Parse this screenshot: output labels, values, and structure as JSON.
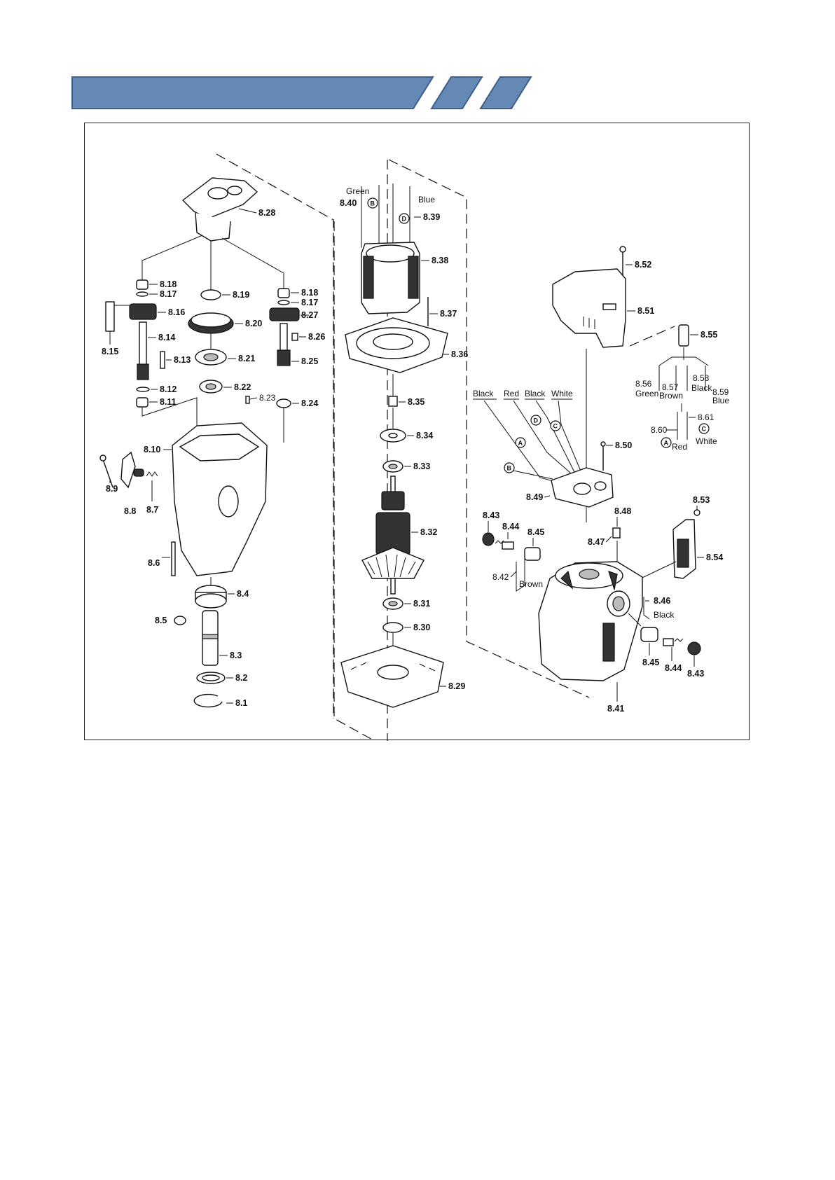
{
  "header": {
    "banner_color": "#6589b5",
    "banner_border": "#3c5f8c"
  },
  "diagram": {
    "parts": {
      "p8_1": "8.1",
      "p8_2": "8.2",
      "p8_3": "8.3",
      "p8_4": "8.4",
      "p8_5": "8.5",
      "p8_6": "8.6",
      "p8_7": "8.7",
      "p8_8": "8.8",
      "p8_9": "8.9",
      "p8_10": "8.10",
      "p8_11": "8.11",
      "p8_12": "8.12",
      "p8_13": "8.13",
      "p8_14": "8.14",
      "p8_15": "8.15",
      "p8_16": "8.16",
      "p8_17a": "8.17",
      "p8_17b": "8.17",
      "p8_18a": "8.18",
      "p8_18b": "8.18",
      "p8_19": "8.19",
      "p8_20": "8.20",
      "p8_21": "8.21",
      "p8_22": "8.22",
      "p8_23": "8.23",
      "p8_24": "8.24",
      "p8_25": "8.25",
      "p8_26": "8.26",
      "p8_27": "8.27",
      "p8_28": "8.28",
      "p8_29": "8.29",
      "p8_30": "8.30",
      "p8_31": "8.31",
      "p8_32": "8.32",
      "p8_33": "8.33",
      "p8_34": "8.34",
      "p8_35": "8.35",
      "p8_36": "8.36",
      "p8_37": "8.37",
      "p8_38": "8.38",
      "p8_39": "8.39",
      "p8_40": "8.40",
      "p8_41": "8.41",
      "p8_42": "8.42",
      "p8_43a": "8.43",
      "p8_43b": "8.43",
      "p8_44a": "8.44",
      "p8_44b": "8.44",
      "p8_45a": "8.45",
      "p8_45b": "8.45",
      "p8_46": "8.46",
      "p8_47": "8.47",
      "p8_48": "8.48",
      "p8_49": "8.49",
      "p8_50": "8.50",
      "p8_51": "8.51",
      "p8_52": "8.52",
      "p8_53": "8.53",
      "p8_54": "8.54",
      "p8_55": "8.55",
      "p8_56": "8.56",
      "p8_57": "8.57",
      "p8_58": "8.58",
      "p8_59": "8.59",
      "p8_60": "8.60",
      "p8_61": "8.61"
    },
    "wires": {
      "green_840": "Green",
      "blue_839": "Blue",
      "black_849": "Black",
      "red_849": "Red",
      "black2_849": "Black",
      "white_849": "White",
      "green_856": "Green",
      "brown_857": "Brown",
      "black_858": "Black",
      "blue_859": "Blue",
      "red_860": "Red",
      "white_861": "White",
      "brown_842": "Brown",
      "black_846": "Black"
    },
    "markers": {
      "a": "A",
      "b": "B",
      "c": "C",
      "d": "D"
    }
  }
}
